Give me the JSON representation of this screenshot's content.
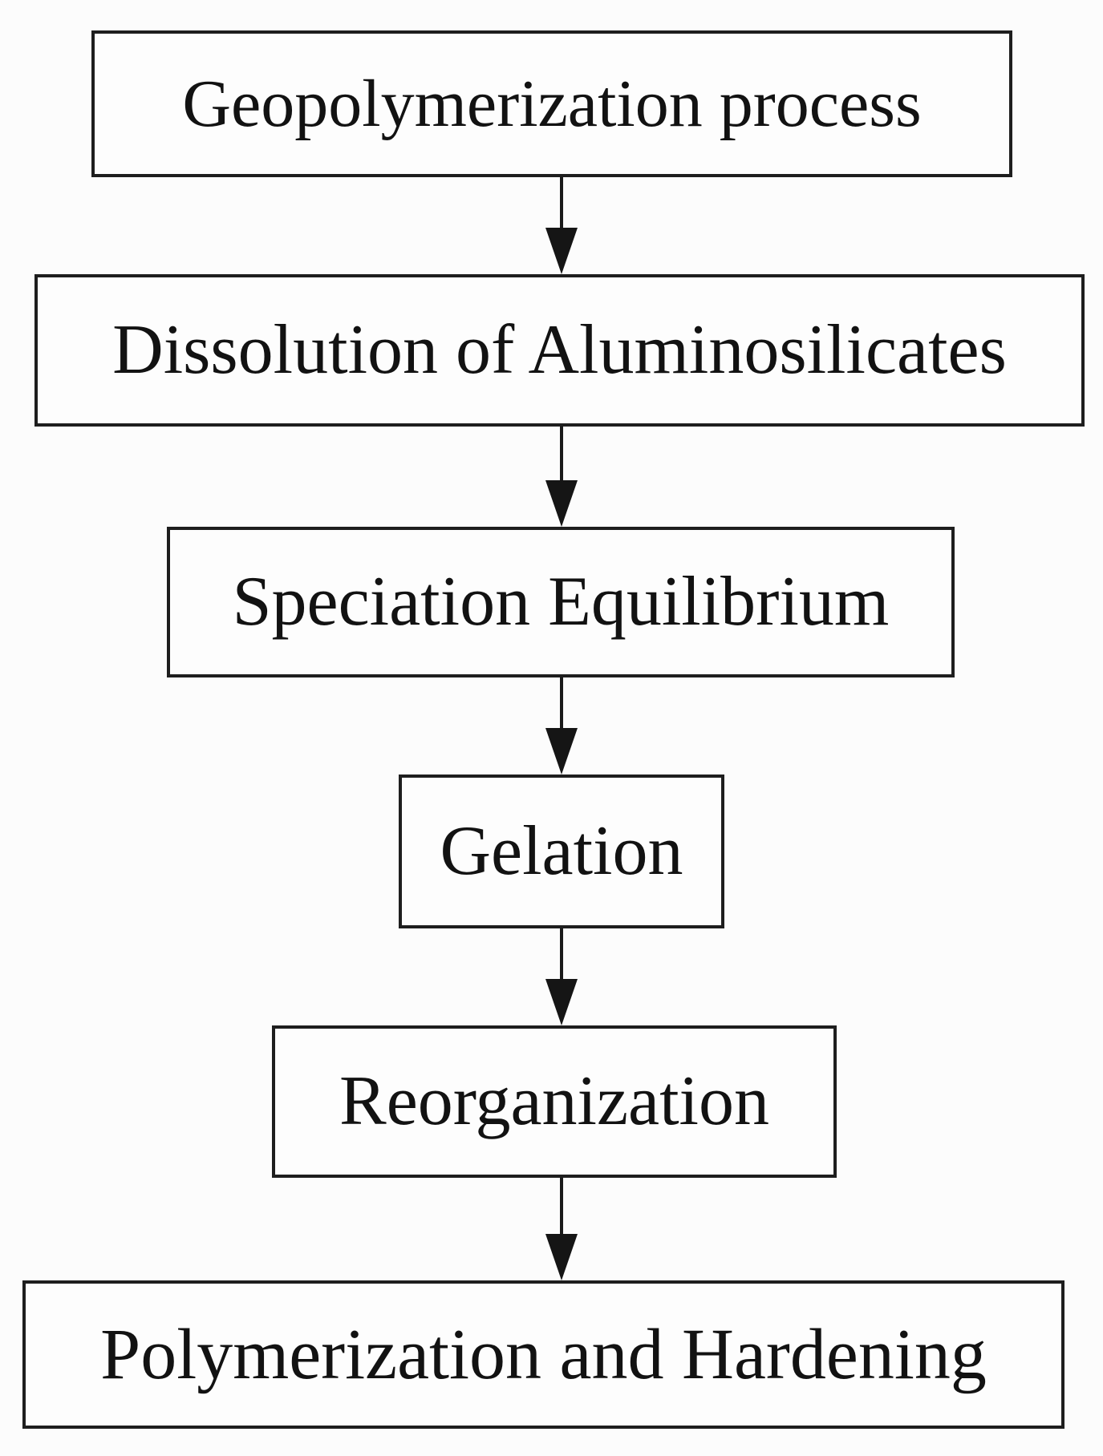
{
  "flowchart": {
    "steps": [
      {
        "label": "Geopolymerization process"
      },
      {
        "label": "Dissolution of Aluminosilicates"
      },
      {
        "label": "Speciation Equilibrium"
      },
      {
        "label": "Gelation"
      },
      {
        "label": "Reorganization"
      },
      {
        "label": "Polymerization and Hardening"
      }
    ],
    "connections": [
      {
        "from": "Geopolymerization process",
        "to": "Dissolution of Aluminosilicates"
      },
      {
        "from": "Dissolution of Aluminosilicates",
        "to": "Speciation Equilibrium"
      },
      {
        "from": "Speciation Equilibrium",
        "to": "Gelation"
      },
      {
        "from": "Gelation",
        "to": "Reorganization"
      },
      {
        "from": "Reorganization",
        "to": "Polymerization and Hardening"
      }
    ],
    "colors": {
      "canvas_background": "#fcfcfc",
      "box_fill": "#fdfdfd",
      "box_border": "#1e1e1e",
      "text": "#121212",
      "arrow": "#1a1a1a"
    }
  }
}
